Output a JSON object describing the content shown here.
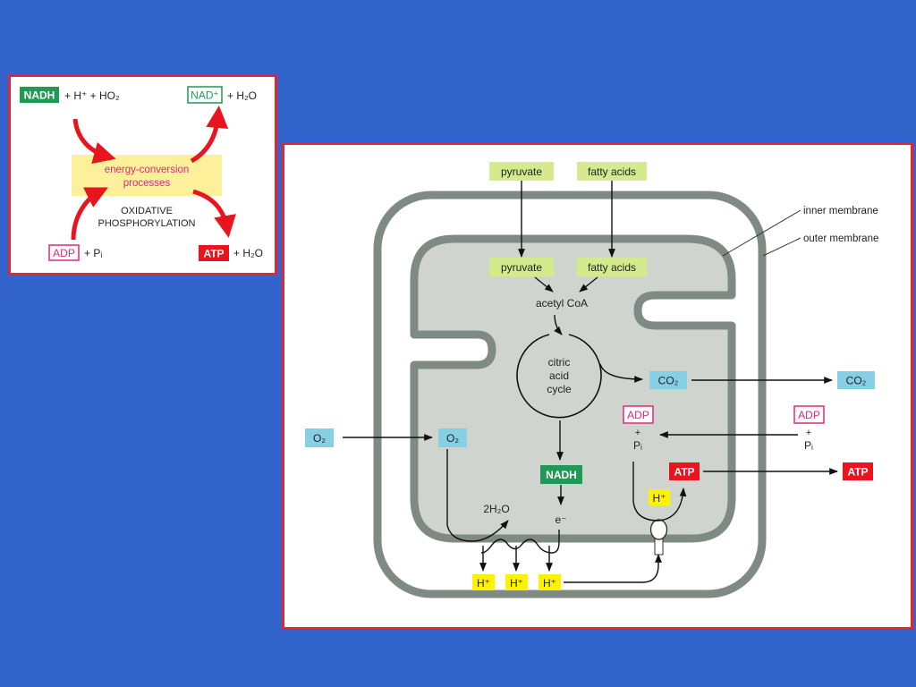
{
  "colors": {
    "background": "#3264cc",
    "frame": "#e8232a",
    "green_box": "#1f9955",
    "pink": "#e0287c",
    "red_box": "#e8141e",
    "yellow": "#fff200",
    "pale_yellow": "#fdf09a",
    "lime": "#d4ea8c",
    "cyan": "#86d0e6",
    "membrane": "#7f8a84",
    "matrix": "#cfd5ce"
  },
  "inset": {
    "nadh": "NADH",
    "eq_top_left": "+ H⁺ +  HO₂",
    "nad_plus": "NAD⁺",
    "eq_top_right": "+ H₂O",
    "process_line1": "energy-conversion",
    "process_line2": "processes",
    "label_line1": "OXIDATIVE",
    "label_line2": "PHOSPHORYLATION",
    "adp": "ADP",
    "eq_bottom_left": "+ Pᵢ",
    "atp": "ATP",
    "eq_bottom_right": "+ H₂O"
  },
  "main": {
    "pyruvate_outside": "pyruvate",
    "fatty_acids_outside": "fatty acids",
    "pyruvate_inside": "pyruvate",
    "fatty_acids_inside": "fatty acids",
    "inner_membrane": "inner membrane",
    "outer_membrane": "outer membrane",
    "acetyl_coa": "acetyl CoA",
    "cycle_line1": "citric",
    "cycle_line2": "acid",
    "cycle_line3": "cycle",
    "co2_inside": "CO₂",
    "co2_outside": "CO₂",
    "o2_outside": "O₂",
    "o2_inside": "O₂",
    "adp_inside": "ADP",
    "adp_outside": "ADP",
    "plus": "+",
    "pi": "Pᵢ",
    "atp_inside": "ATP",
    "atp_outside": "ATP",
    "nadh": "NADH",
    "h2o": "2H₂O",
    "electron": "e⁻",
    "h_plus": "H⁺"
  }
}
